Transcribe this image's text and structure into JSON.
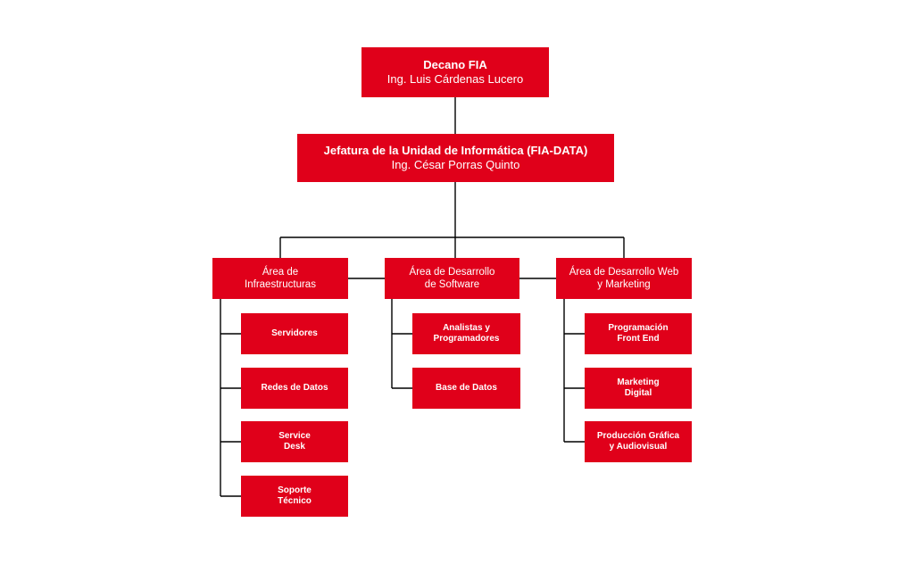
{
  "org": {
    "decano": {
      "title": "Decano FIA",
      "name": "Ing. Luis Cárdenas Lucero"
    },
    "jefatura": {
      "title": "Jefatura de la Unidad de Informática (FIA-DATA)",
      "name": "Ing. César Porras Quinto"
    },
    "areas": [
      {
        "label": "Área de\nInfraestructuras",
        "items": [
          "Servidores",
          "Redes de Datos",
          "Service\nDesk",
          "Soporte\nTécnico"
        ]
      },
      {
        "label": "Área de Desarrollo\nde Software",
        "items": [
          "Analistas y\nProgramadores",
          "Base de Datos"
        ]
      },
      {
        "label": "Área de Desarrollo Web\ny Marketing",
        "items": [
          "Programación\nFront End",
          "Marketing\nDigital",
          "Producción Gráfica\ny Audiovisual"
        ]
      }
    ]
  },
  "colors": {
    "box": "#e0001a",
    "text": "#ffffff",
    "line": "#000000"
  }
}
